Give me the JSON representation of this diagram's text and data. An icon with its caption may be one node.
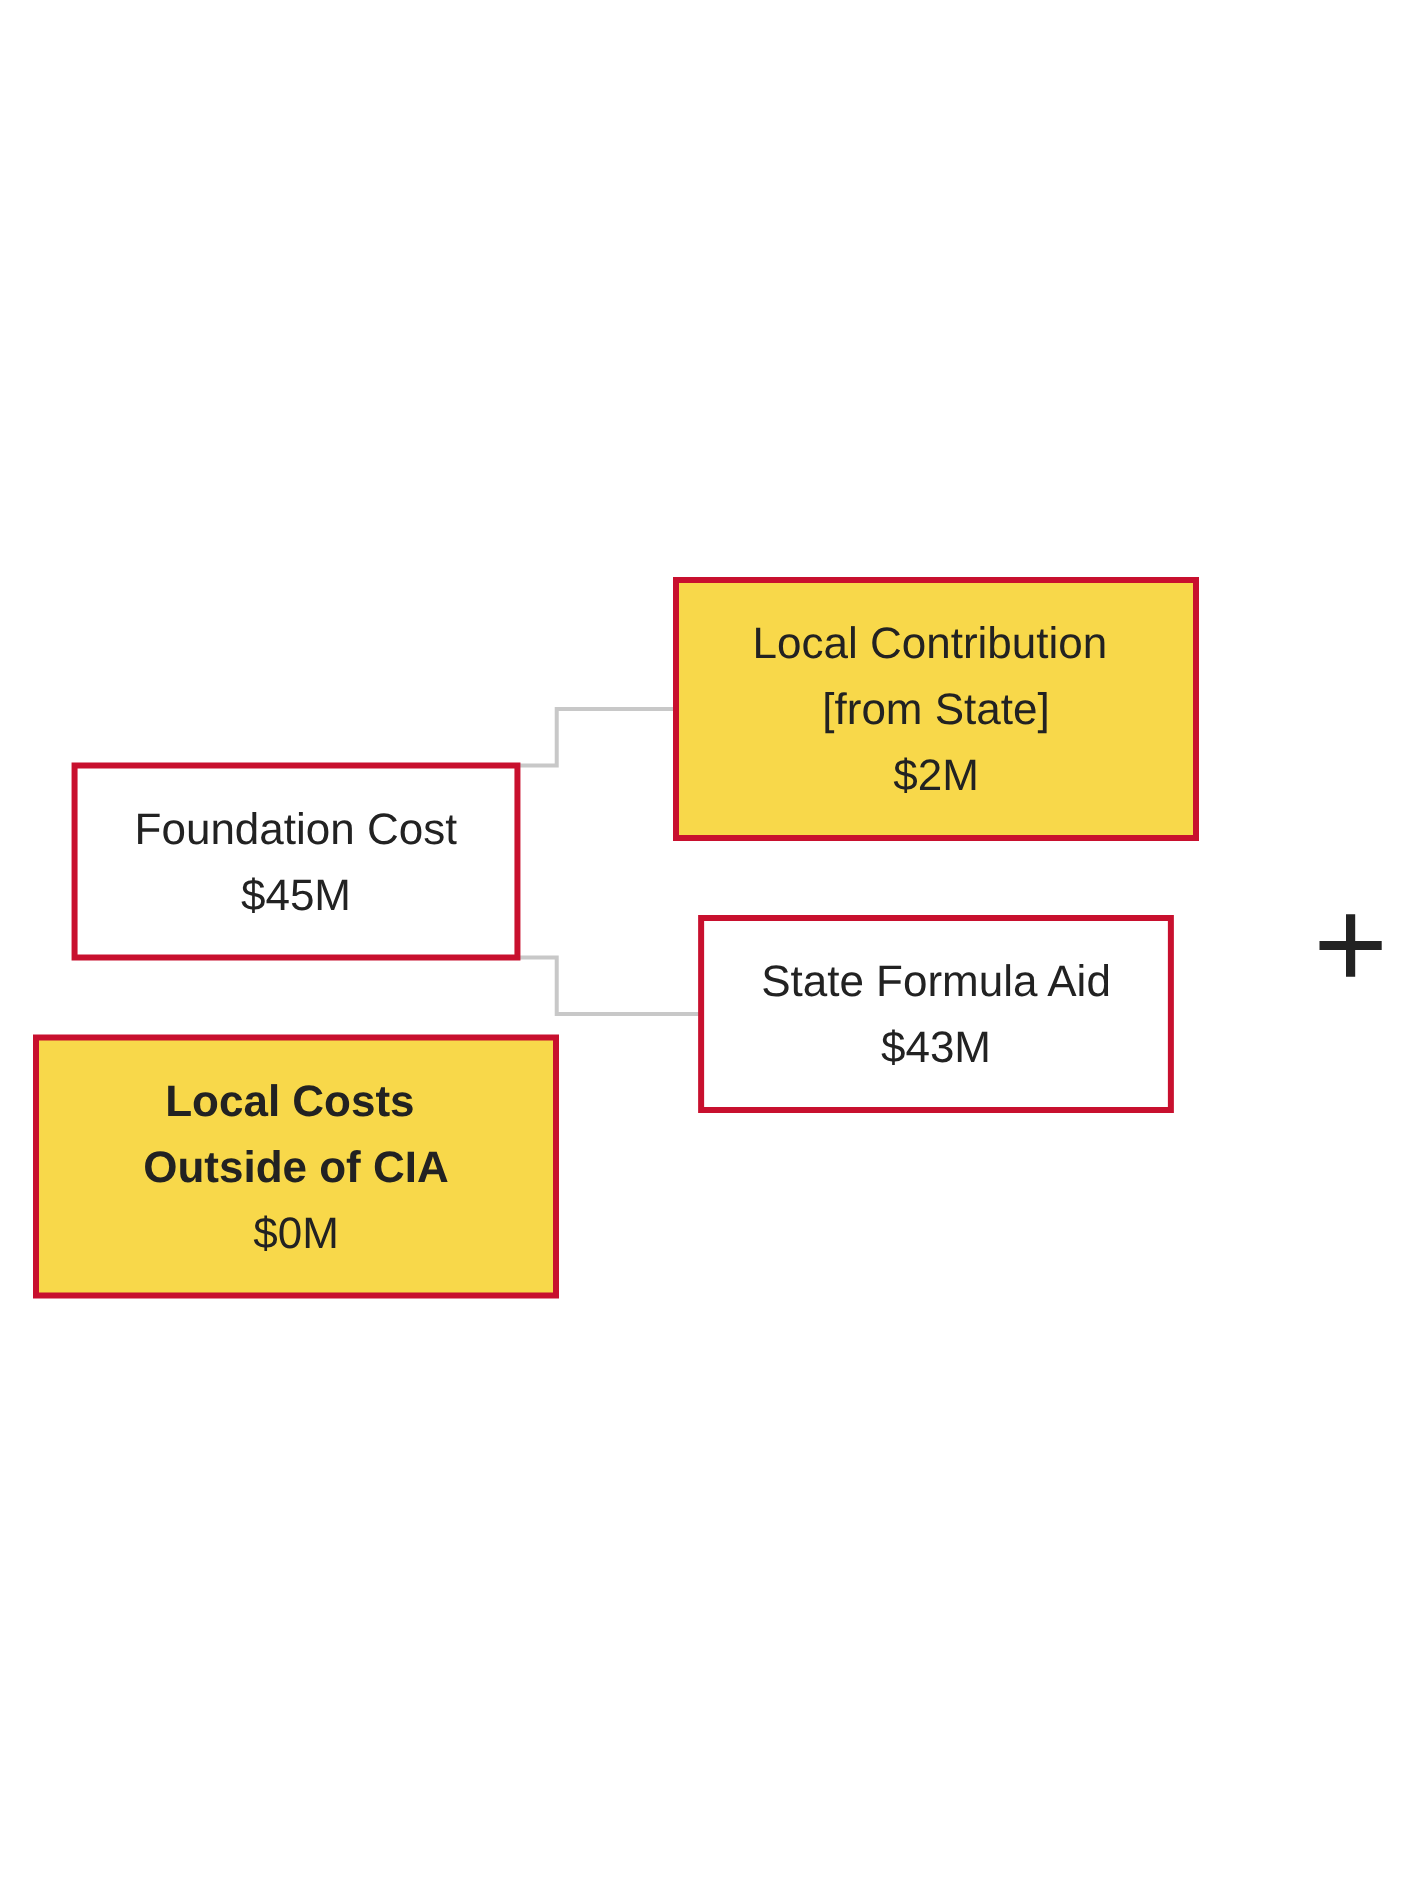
{
  "diagram": {
    "nodes": [
      {
        "text": [
          "Foundation Cost",
          "$45M"
        ]
      },
      {
        "text": [
          "State Formula Aid",
          "$43M"
        ]
      },
      {
        "text": [
          "Local Contribution [from State]",
          "$2M"
        ]
      },
      {
        "text": [
          "Local Costs Outside of CIA",
          "$0M"
        ]
      }
    ],
    "edges": [
      {
        "from": 0,
        "to": 2,
        "arrow": "none"
      },
      {
        "from": 0,
        "to": 1,
        "arrow": "none"
      }
    ],
    "labels": [
      "+"
    ]
  }
}
